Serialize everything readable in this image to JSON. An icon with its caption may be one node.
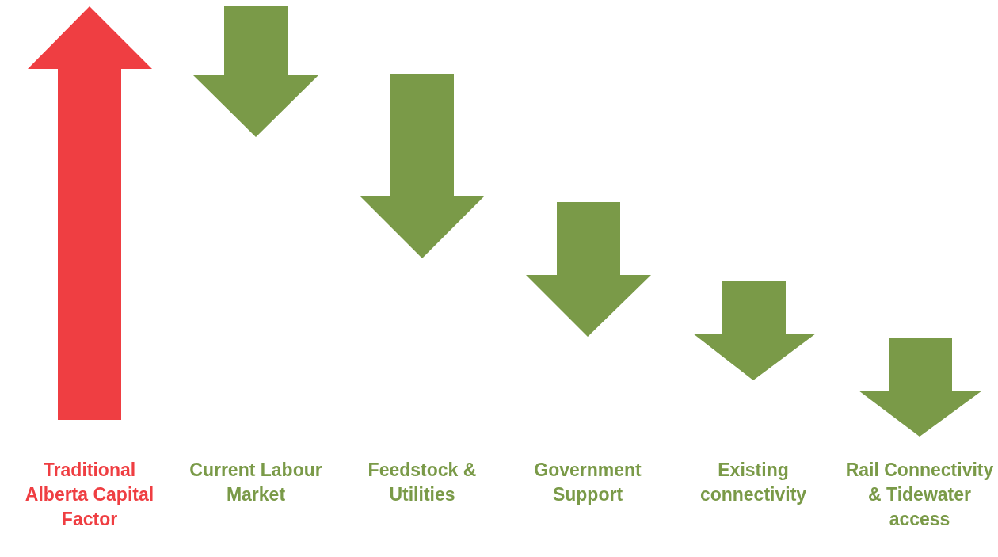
{
  "diagram": {
    "nodes": [
      {
        "text": [
          "Traditional Alberta Capital Factor"
        ]
      },
      {
        "text": [
          "Current Labour Market"
        ]
      },
      {
        "text": [
          "Feedstock & Utilities"
        ]
      },
      {
        "text": [
          "Government Support"
        ]
      },
      {
        "text": [
          "Existing connectivity"
        ]
      },
      {
        "text": [
          "Rail Connectivity & Tidewater access"
        ]
      }
    ]
  }
}
